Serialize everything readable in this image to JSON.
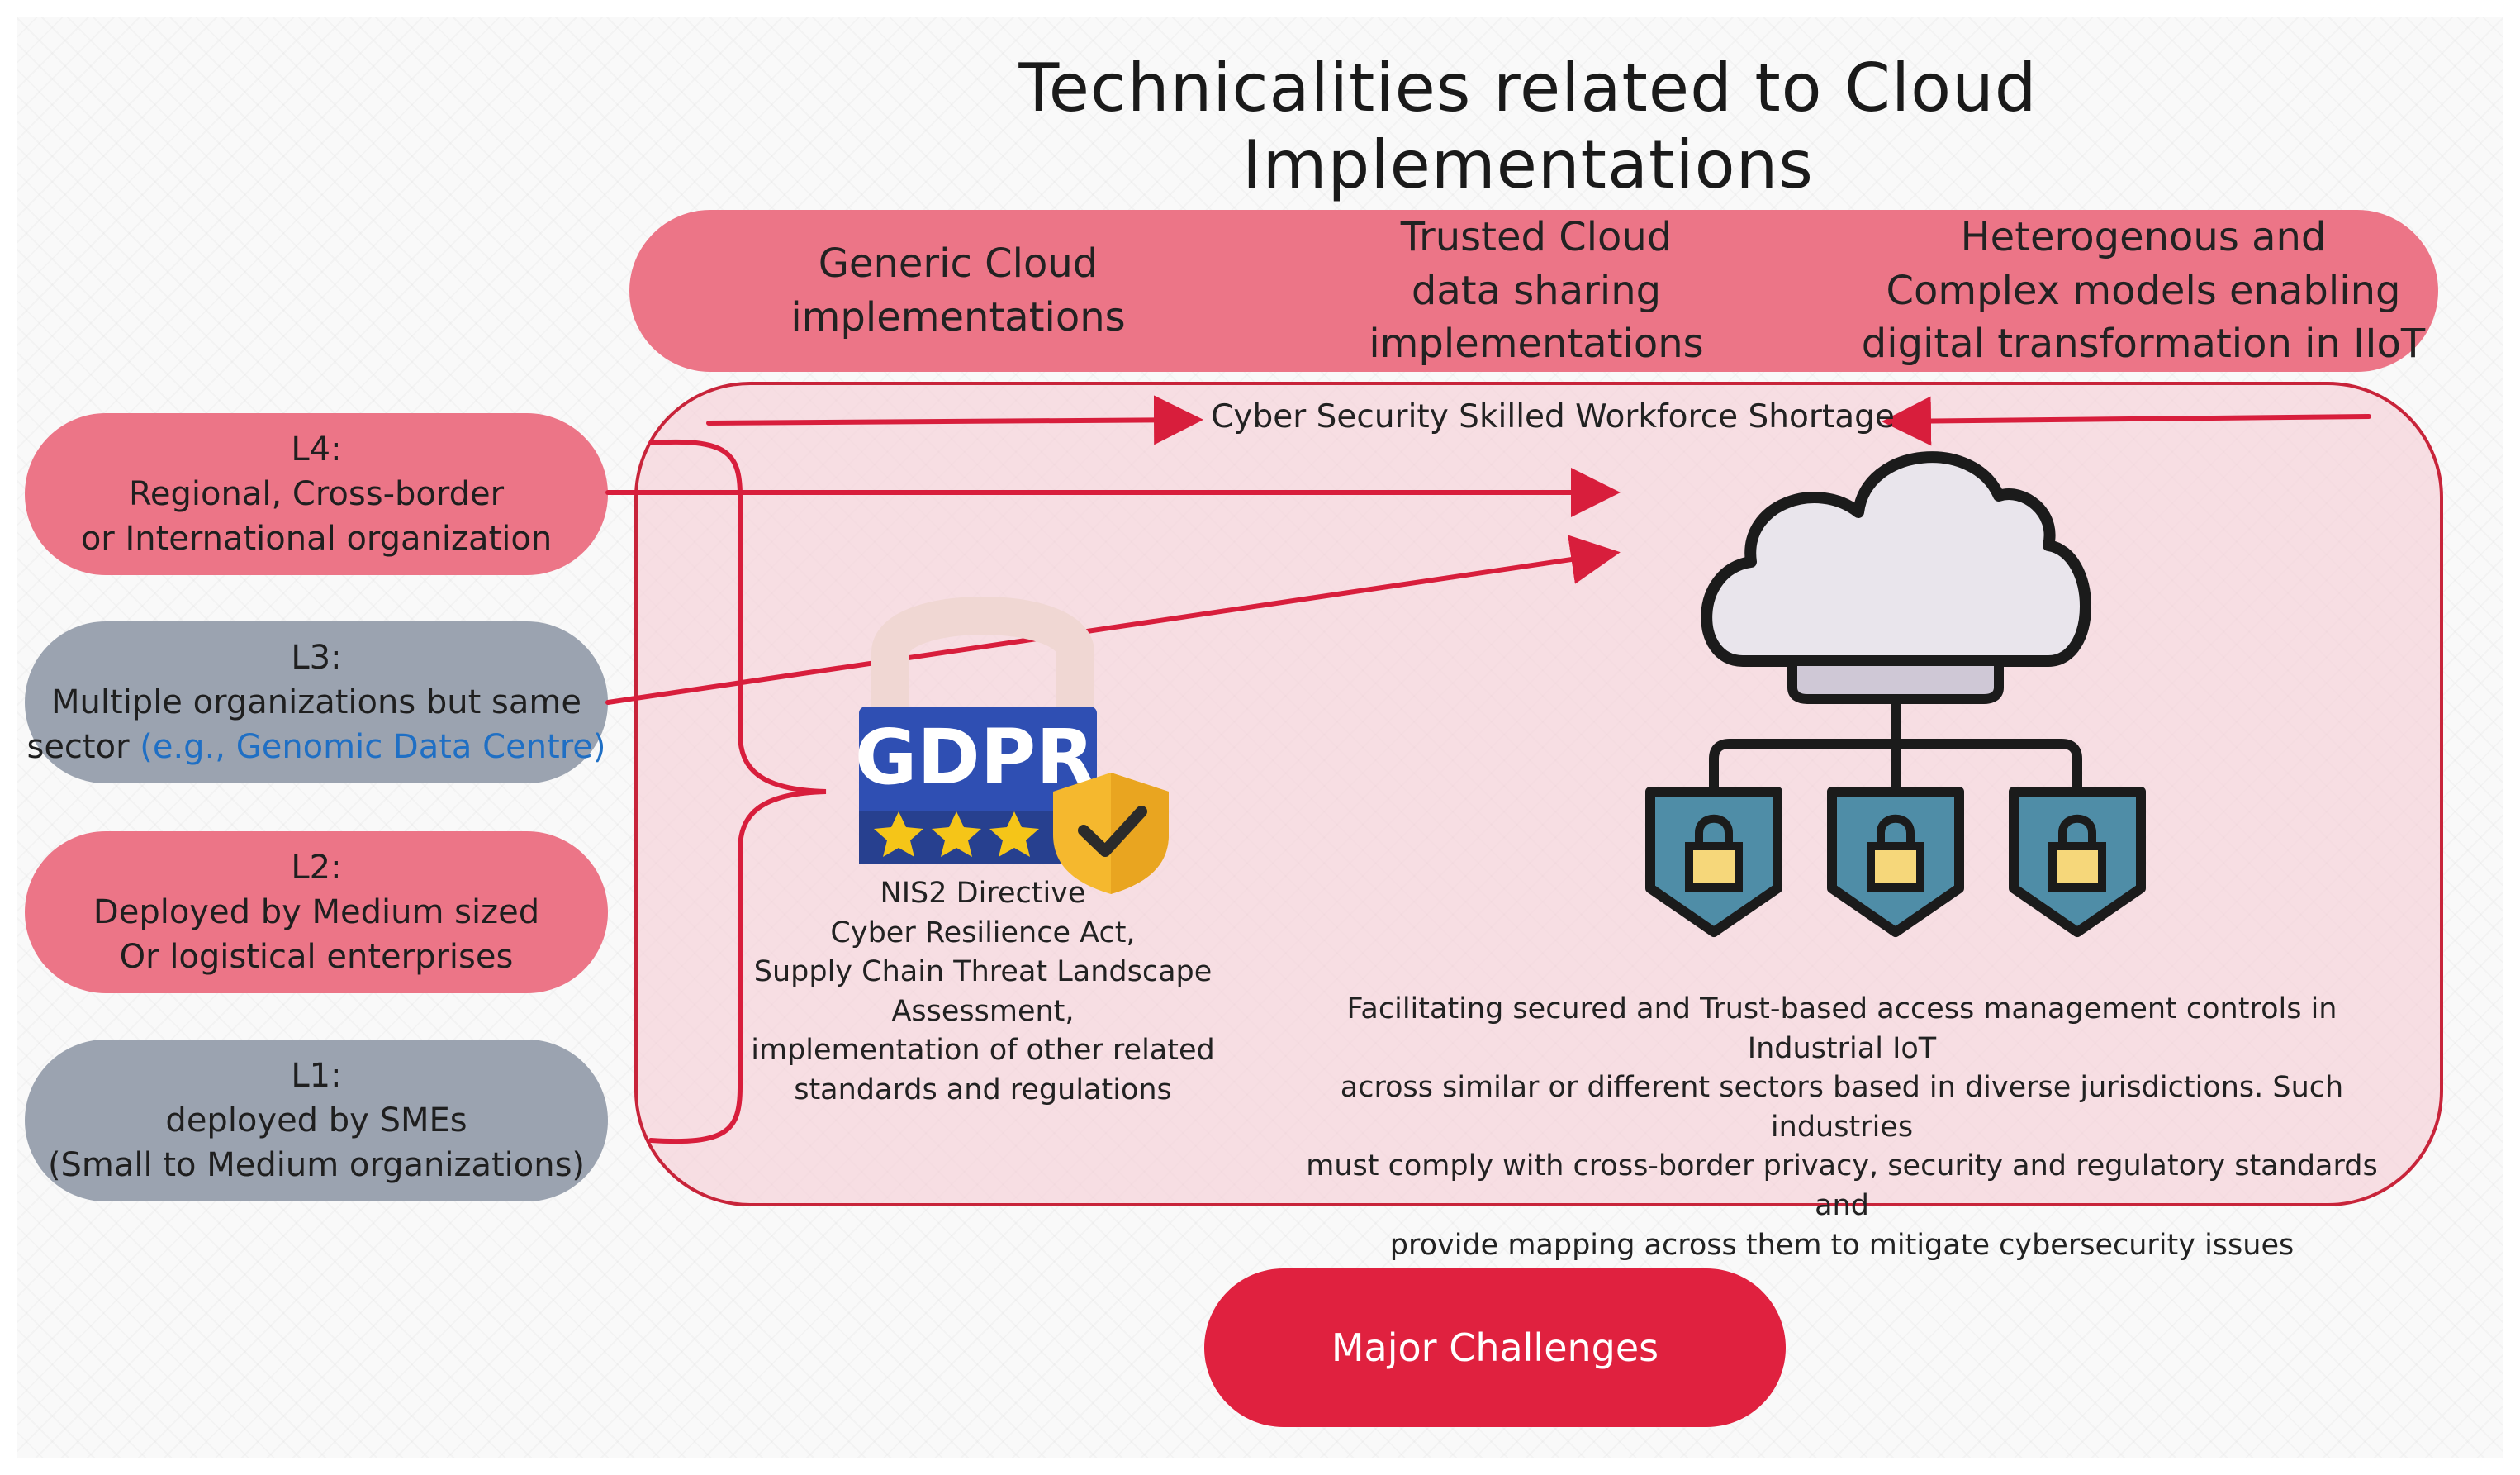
{
  "title": "Technicalities related to Cloud Implementations",
  "top_categories": [
    "Generic Cloud\nimplementations",
    "Trusted Cloud\ndata sharing implementations",
    "Heterogenous and\nComplex models enabling\ndigital transformation in IIoT"
  ],
  "levels": [
    {
      "title": "L4:",
      "line1": "Regional, Cross-border",
      "line2": "or International organization",
      "line2_highlight": ""
    },
    {
      "title": "L3:",
      "line1": "Multiple organizations but same",
      "line2": "sector ",
      "line2_highlight": "(e.g., Genomic Data Centre)"
    },
    {
      "title": "L2:",
      "line1": "Deployed by Medium sized",
      "line2": "Or logistical enterprises",
      "line2_highlight": ""
    },
    {
      "title": "L1:",
      "line1": "deployed by SMEs",
      "line2": "(Small to Medium organizations)",
      "line2_highlight": ""
    }
  ],
  "workforce_label": "Cyber Security Skilled Workforce Shortage",
  "gdpr_badge": "GDPR",
  "regulations_text": "NIS2 Directive\nCyber Resilience Act,\nSupply Chain Threat Landscape\nAssessment,\nimplementation of other related\nstandards and regulations",
  "access_text": "Facilitating secured and Trust-based access management controls in Industrial IoT\nacross similar or different sectors based in diverse jurisdictions. Such industries\nmust comply with cross-border privacy, security and regulatory standards and\nprovide mapping across them to mitigate cybersecurity issues",
  "footer_button": "Major Challenges",
  "icons": [
    "gdpr-padlock-icon",
    "shield-check-icon",
    "cloud-network-lock-icon"
  ],
  "colors": {
    "pink": "#ec7587",
    "grey": "#9ba3b0",
    "red": "#e0213f",
    "arrow": "#d81e3c",
    "highlight_blue": "#1f6fc4"
  }
}
